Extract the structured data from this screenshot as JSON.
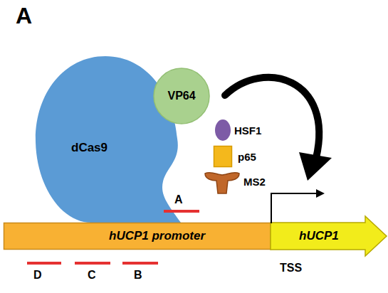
{
  "diagram": {
    "nodes": [
      {
        "text": [
          "dCas9"
        ]
      },
      {
        "text": [
          "VP64"
        ]
      },
      {
        "text": [
          "HSF1"
        ]
      },
      {
        "text": [
          "p65"
        ]
      },
      {
        "text": [
          "MS2"
        ]
      },
      {
        "text": [
          "hUCP1 promoter"
        ]
      },
      {
        "text": [
          "hUCP1"
        ]
      }
    ],
    "labels": [
      "A",
      "A",
      "D",
      "C",
      "B",
      "TSS"
    ]
  }
}
